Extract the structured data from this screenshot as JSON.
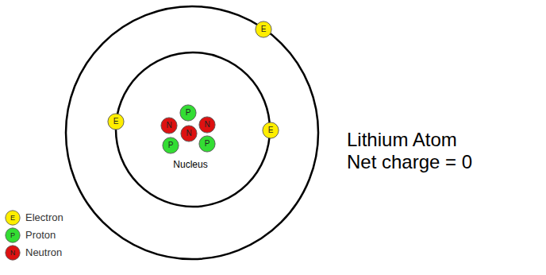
{
  "diagram": {
    "nodes": [
      {
        "text": [
          "E"
        ]
      },
      {
        "text": [
          "E"
        ]
      },
      {
        "text": [
          "E"
        ]
      },
      {
        "text": [
          "N"
        ]
      },
      {
        "text": [
          "P"
        ]
      },
      {
        "text": [
          "N"
        ]
      },
      {
        "text": [
          "N"
        ]
      },
      {
        "text": [
          "P"
        ]
      },
      {
        "text": [
          "P"
        ]
      }
    ],
    "labels": [
      "Nucleus",
      "Lithium Atom",
      "Net charge = 0",
      "E",
      "P",
      "N"
    ],
    "legend": [
      {
        "text": "Electron",
        "color": "#ffee00"
      },
      {
        "text": "Proton",
        "color": "#33dd33"
      },
      {
        "text": "Neutron",
        "color": "#dd1111"
      }
    ]
  }
}
